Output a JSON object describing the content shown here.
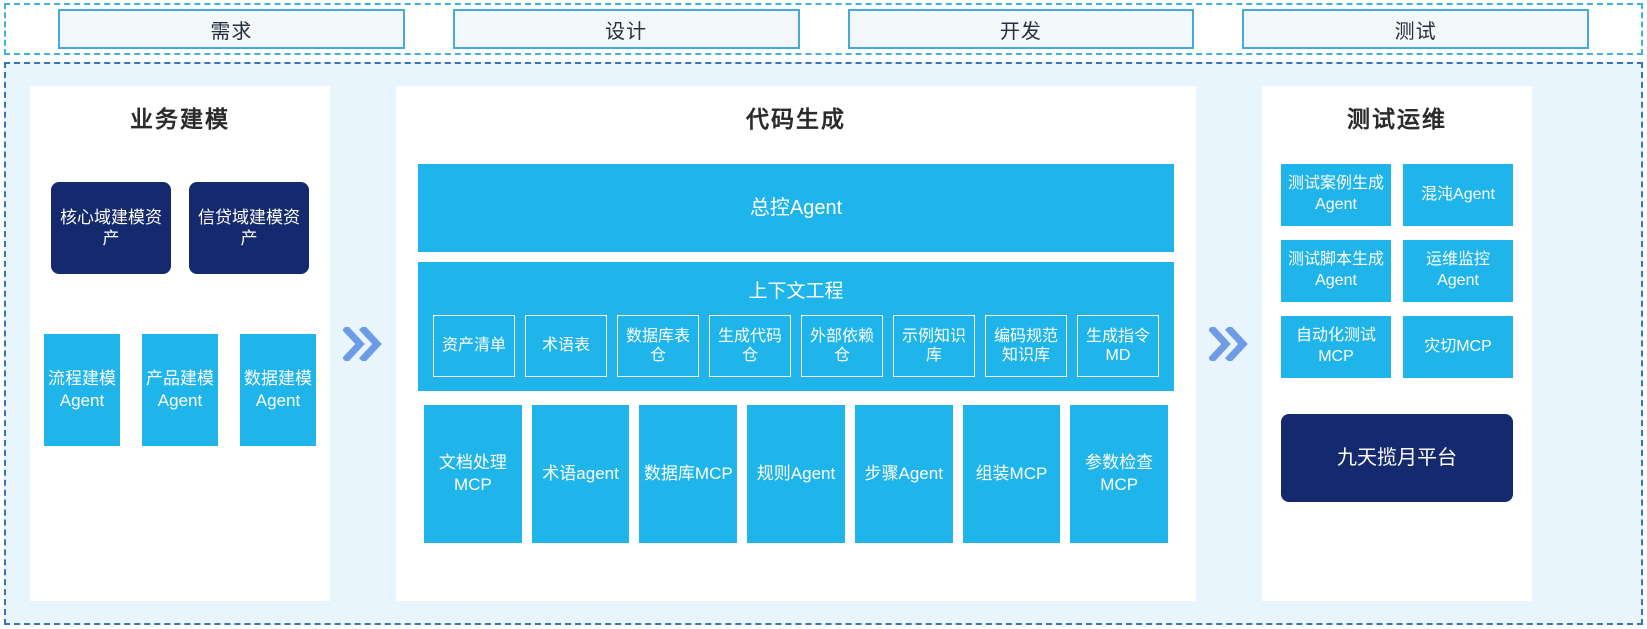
{
  "phases": [
    {
      "label": "需求"
    },
    {
      "label": "设计"
    },
    {
      "label": "开发"
    },
    {
      "label": "测试"
    }
  ],
  "colors": {
    "accent_blue": "#1fb4ea",
    "navy": "#152a6e",
    "panel_bg": "#e8f5fd",
    "border_blue": "#3fb3e0",
    "chevron": "#6d9be6"
  },
  "left_panel": {
    "title": "业务建模",
    "assets": [
      {
        "label": "核心域建模资产"
      },
      {
        "label": "信贷域建模资产"
      }
    ],
    "agents": [
      {
        "label": "流程建模Agent"
      },
      {
        "label": "产品建模Agent"
      },
      {
        "label": "数据建模Agent"
      }
    ]
  },
  "mid_panel": {
    "title": "代码生成",
    "master_agent": "总控Agent",
    "context": {
      "title": "上下文工程",
      "items": [
        {
          "label": "资产清单"
        },
        {
          "label": "术语表"
        },
        {
          "label": "数据库表仓"
        },
        {
          "label": "生成代码仓"
        },
        {
          "label": "外部依赖仓"
        },
        {
          "label": "示例知识库"
        },
        {
          "label": "编码规范知识库"
        },
        {
          "label": "生成指令MD"
        }
      ]
    },
    "tools": [
      {
        "label": "文档处理MCP"
      },
      {
        "label": "术语agent"
      },
      {
        "label": "数据库MCP"
      },
      {
        "label": "规则Agent"
      },
      {
        "label": "步骤Agent"
      },
      {
        "label": "组装MCP"
      },
      {
        "label": "参数检查MCP"
      }
    ]
  },
  "right_panel": {
    "title": "测试运维",
    "items": [
      {
        "label": "测试案例生成Agent"
      },
      {
        "label": "混沌Agent"
      },
      {
        "label": "测试脚本生成Agent"
      },
      {
        "label": "运维监控Agent"
      },
      {
        "label": "自动化测试MCP"
      },
      {
        "label": "灾切MCP"
      }
    ],
    "platform": "九天揽月平台"
  },
  "separators": {
    "icon": "double-chevron-right-icon"
  }
}
